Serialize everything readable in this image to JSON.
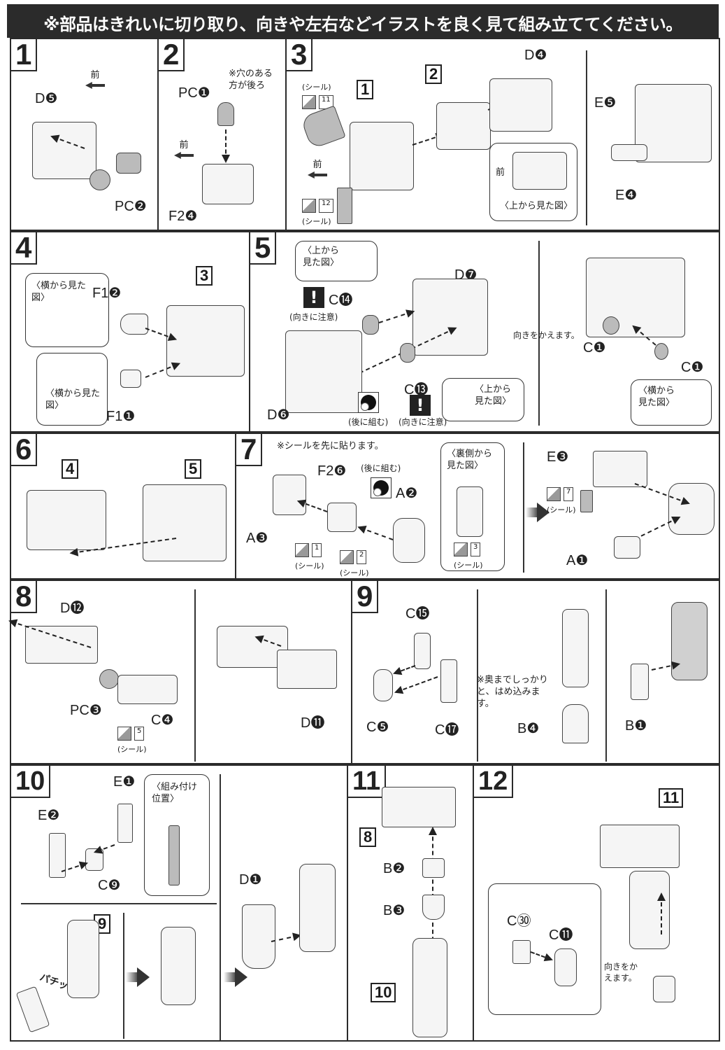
{
  "header": {
    "title": "※部品はきれいに切り取り、向きや左右などイラストを良く見て組み立ててください。"
  },
  "common": {
    "seal": "(シール)",
    "front": "前",
    "side_view": "〈横から見た図〉",
    "top_view": "〈上から見た図〉",
    "caution": "(向きに注意)",
    "assemble_later": "(後に組む)",
    "turn_around": "向きをかえます。"
  },
  "steps": [
    {
      "no": "1",
      "labels": [
        "D❺",
        "PC❷"
      ]
    },
    {
      "no": "2",
      "labels": [
        "PC❶",
        "F2❹"
      ],
      "note": "※穴のある方が後ろ"
    },
    {
      "no": "3",
      "labels": [
        "D❹",
        "E❺",
        "E❹"
      ],
      "refs": [
        "1",
        "2"
      ],
      "seals": [
        "11",
        "12"
      ]
    },
    {
      "no": "4",
      "labels": [
        "F1❷",
        "F1❶"
      ],
      "refs": [
        "3"
      ]
    },
    {
      "no": "5",
      "labels": [
        "D❼",
        "C⓮",
        "C⓭",
        "D❻",
        "C❶",
        "C❶"
      ]
    },
    {
      "no": "6",
      "refs": [
        "4",
        "5"
      ]
    },
    {
      "no": "7",
      "labels": [
        "F2❻",
        "A❷",
        "A❸",
        "E❸",
        "A❶"
      ],
      "note": "※シールを先に貼ります。",
      "back_view": "〈裏側から見た図〉",
      "seals": [
        "1",
        "2",
        "3",
        "7"
      ]
    },
    {
      "no": "8",
      "labels": [
        "D⓬",
        "PC❸",
        "C❹",
        "D⓫"
      ],
      "seals": [
        "5"
      ]
    },
    {
      "no": "9",
      "labels": [
        "C⓯",
        "C❺",
        "C⓱",
        "B❹",
        "B❶"
      ],
      "note": "※奥までしっかりと、はめ込みます。"
    },
    {
      "no": "10",
      "labels": [
        "E❶",
        "E❷",
        "C❾",
        "D❶"
      ],
      "refs": [
        "9"
      ],
      "position_view": "〈組み付け位置〉",
      "sound": "パチッ"
    },
    {
      "no": "11",
      "labels": [
        "B❷",
        "B❸"
      ],
      "refs": [
        "8",
        "10"
      ]
    },
    {
      "no": "12",
      "labels": [
        "C㉚",
        "C⓫"
      ],
      "refs": [
        "11"
      ]
    }
  ]
}
